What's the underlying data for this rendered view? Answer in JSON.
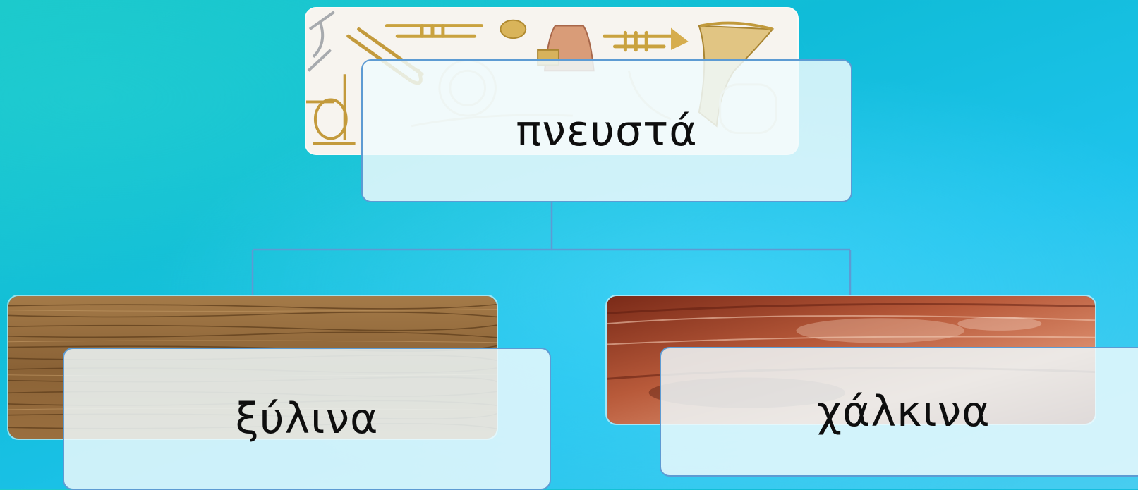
{
  "diagram": {
    "root": {
      "label": "πνευστά",
      "image_icon": "brass-instruments-photo"
    },
    "children": [
      {
        "label": "ξύλινα",
        "image_icon": "wood-grain-texture"
      },
      {
        "label": "χάλκινα",
        "image_icon": "copper-texture"
      }
    ],
    "colors": {
      "background": "#14c3dc",
      "box_fill": "#f0fafd",
      "box_border": "#5d9bd3",
      "connector": "#5d9bd3",
      "wood": "#8a6236",
      "copper": "#a4452a",
      "brass": "#c9a23f"
    }
  }
}
